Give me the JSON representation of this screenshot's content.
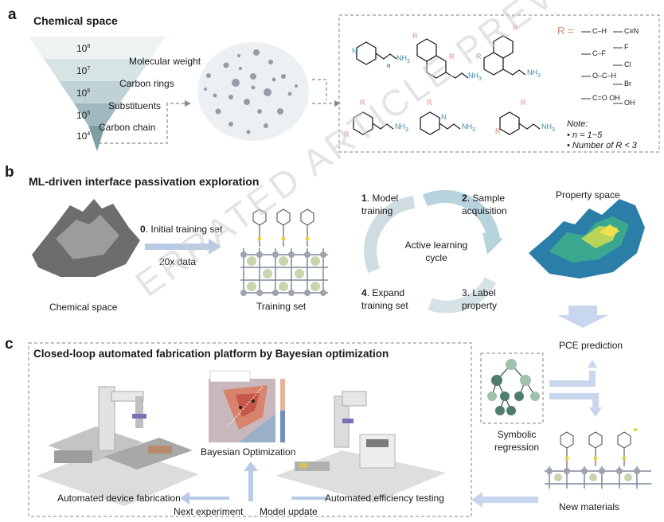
{
  "panel_a": {
    "letter": "a",
    "title": "Chemical space",
    "funnel_levels": [
      {
        "power": "10",
        "exp": "8",
        "label": "Molecular weight"
      },
      {
        "power": "10",
        "exp": "7",
        "label": "Carbon rings"
      },
      {
        "power": "10",
        "exp": "6",
        "label": "Substituents"
      },
      {
        "power": "10",
        "exp": "5",
        "label": "Carbon chain"
      },
      {
        "power": "10",
        "exp": "4",
        "label": ""
      }
    ],
    "r_equals": "R =",
    "chem": {
      "nh3": "NH",
      "n": "n",
      "r": "R",
      "n_atom": "N",
      "h": "H",
      "f": "F",
      "cl": "Cl",
      "br": "Br",
      "oh": "OH",
      "o": "O",
      "c": "C",
      "cn": "C≡N"
    },
    "note_title": "Note:",
    "note_lines": [
      "• n = 1~5",
      "• Number of R < 3"
    ]
  },
  "panel_b": {
    "letter": "b",
    "title": "ML-driven interface passivation exploration",
    "step0_num": "0",
    "step0_text": ". Initial training set",
    "data_label": "20x data",
    "chemical_space_label": "Chemical space",
    "training_set_label": "Training set",
    "cycle_label": "Active learning cycle",
    "step1_num": "1",
    "step1_text": ". Model training",
    "step2_num": "2",
    "step2_text": ". Sample acquisition",
    "step3_text": "3. Label property",
    "step4_num": "4",
    "step4_text": ". Expand training set",
    "property_space_label": "Property space"
  },
  "panel_c": {
    "letter": "c",
    "title": "Closed-loop automated fabrication platform by Bayesian optimization",
    "bo_label": "Bayesian Optimization",
    "fab_label": "Automated device fabrication",
    "test_label": "Automated efficiency testing",
    "next_label": "Next experiment",
    "update_label": "Model update",
    "pce_label": "PCE prediction",
    "symbolic_label": "Symbolic regression",
    "new_materials_label": "New materials"
  },
  "watermark": "ERRATED ARTICLE PREVIEW",
  "colors": {
    "accent_blue": "#a9bfe0",
    "teal": "#5aa0a8",
    "red_r": "#d98a7a",
    "teal_dark": "#4f7d6b"
  }
}
